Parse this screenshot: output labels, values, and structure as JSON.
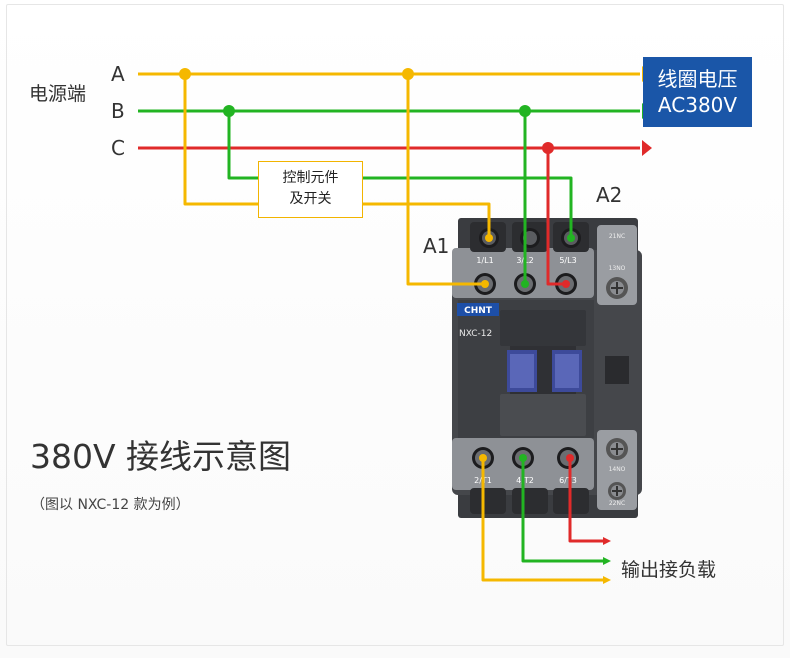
{
  "source": {
    "label": "电源端",
    "phases": [
      "A",
      "B",
      "C"
    ],
    "colors": {
      "A": "#f5b800",
      "B": "#22b422",
      "C": "#e02a2a"
    }
  },
  "coil_voltage": {
    "line1": "线圈电压",
    "line2": "AC380V",
    "color": "#1a56a8"
  },
  "control_element": {
    "line1": "控制元件",
    "line2": "及开关"
  },
  "coil_terminals": {
    "a1": "A1",
    "a2": "A2"
  },
  "contactor": {
    "brand": "CHNT",
    "model": "NXC-12",
    "top_terminals": [
      "1/L1",
      "3/L2",
      "5/L3"
    ],
    "bottom_terminals": [
      "2/T1",
      "4/T2",
      "6/T3"
    ],
    "aux_top": [
      "21NC",
      "13NO"
    ],
    "aux_bottom": [
      "14NO",
      "22NC"
    ]
  },
  "output_label": "输出接负载",
  "title": "380V 接线示意图",
  "subtitle": "（图以 NXC-12 款为例）"
}
